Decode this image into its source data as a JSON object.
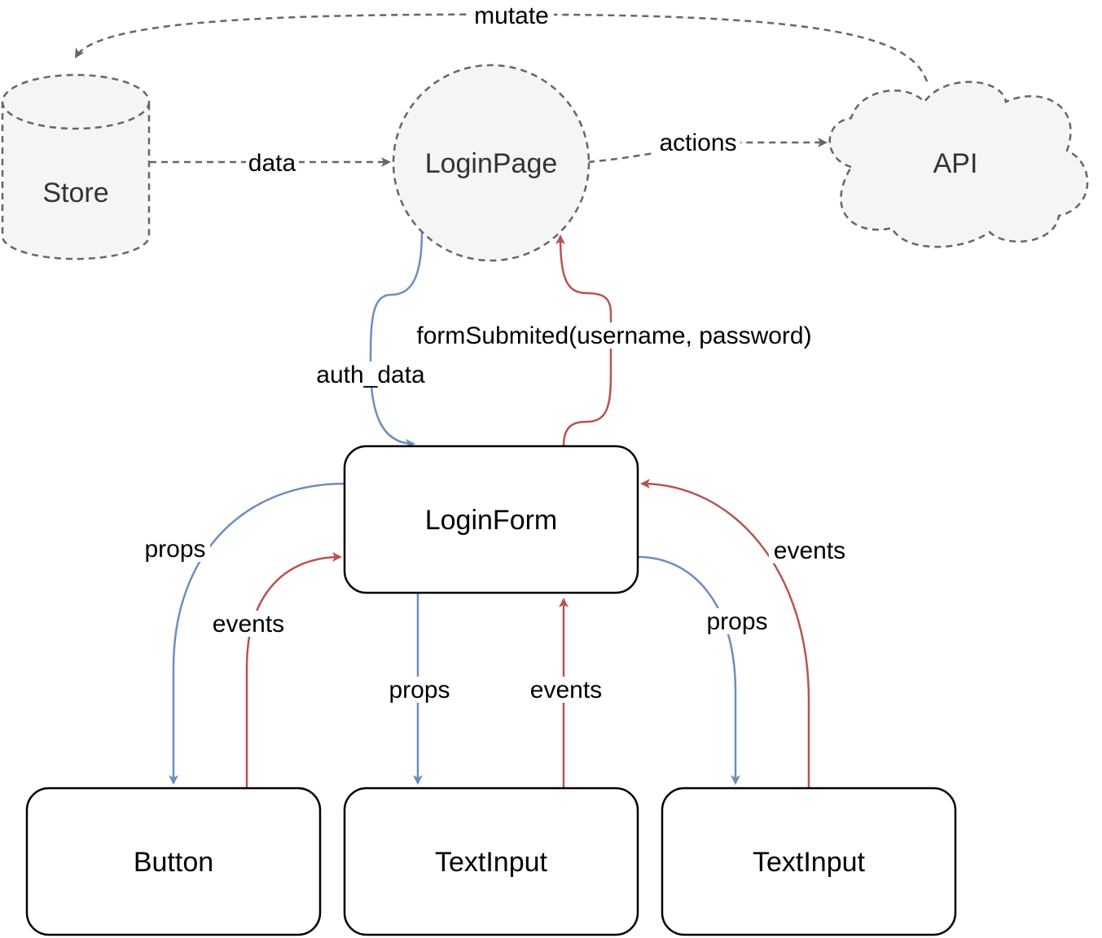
{
  "nodes": {
    "store": "Store",
    "login_page": "LoginPage",
    "api": "API",
    "login_form": "LoginForm",
    "button": "Button",
    "text_input_1": "TextInput",
    "text_input_2": "TextInput"
  },
  "edges": {
    "mutate": "mutate",
    "data": "data",
    "actions": "actions",
    "auth_data": "auth_data",
    "form_submitted": "formSubmited(username, password)",
    "props_button": "props",
    "events_button": "events",
    "props_input1": "props",
    "events_input1": "events",
    "props_input2": "props",
    "events_input2": "events"
  },
  "colors": {
    "props_edge": "#6c8ebf",
    "events_edge": "#b85450",
    "dashed_edge": "#666666",
    "dashed_fill": "#f5f5f5"
  }
}
